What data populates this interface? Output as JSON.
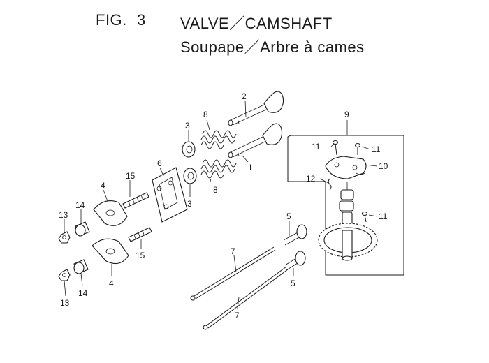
{
  "header": {
    "fig_label": "FIG.",
    "fig_number": "3",
    "title_en": "VALVE／CAMSHAFT",
    "title_fr": "Soupape／Arbre  à  cames"
  },
  "callouts": {
    "c2": "2",
    "c1": "1",
    "c8a": "8",
    "c8b": "8",
    "c3a": "3",
    "c3b": "3",
    "c6": "6",
    "c15a": "15",
    "c15b": "15",
    "c4a": "4",
    "c4b": "4",
    "c14a": "14",
    "c14b": "14",
    "c13a": "13",
    "c13b": "13",
    "c5a": "5",
    "c5b": "5",
    "c7a": "7",
    "c7b": "7",
    "c9": "9",
    "c11a": "11",
    "c11b": "11",
    "c11c": "11",
    "c10": "10",
    "c12": "12"
  }
}
